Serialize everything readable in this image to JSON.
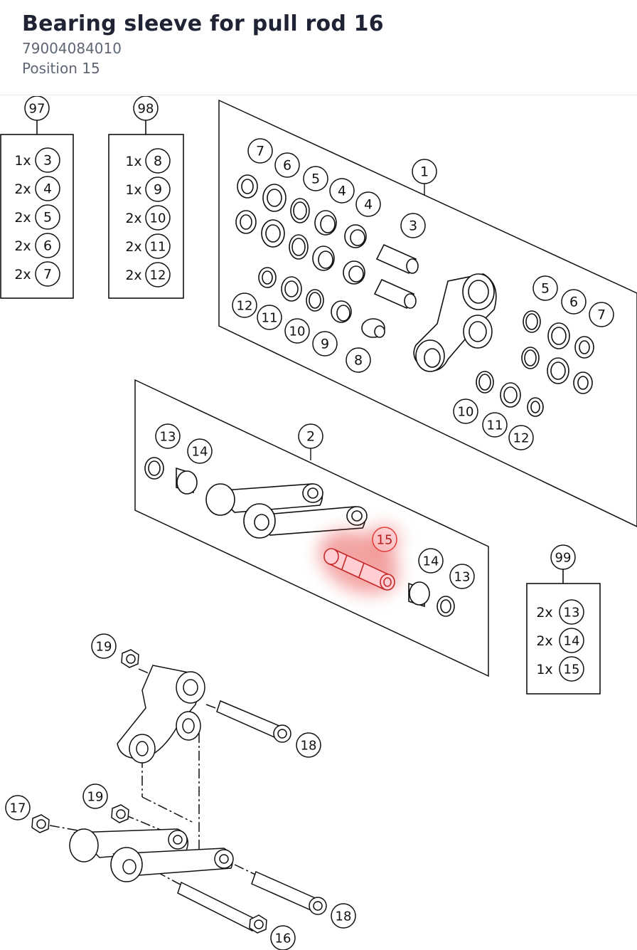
{
  "part": {
    "title": "Bearing sleeve for pull rod 16",
    "number": "79004084010",
    "position": "Position 15"
  },
  "diagram": {
    "highlight_color": "#e53935",
    "highlighted_callout": "15",
    "kits": [
      {
        "id": "97",
        "items": [
          {
            "qty": "1x",
            "ref": "3"
          },
          {
            "qty": "2x",
            "ref": "4"
          },
          {
            "qty": "2x",
            "ref": "5"
          },
          {
            "qty": "2x",
            "ref": "6"
          },
          {
            "qty": "2x",
            "ref": "7"
          }
        ]
      },
      {
        "id": "98",
        "items": [
          {
            "qty": "1x",
            "ref": "8"
          },
          {
            "qty": "1x",
            "ref": "9"
          },
          {
            "qty": "2x",
            "ref": "10"
          },
          {
            "qty": "2x",
            "ref": "11"
          },
          {
            "qty": "2x",
            "ref": "12"
          }
        ]
      },
      {
        "id": "99",
        "items": [
          {
            "qty": "2x",
            "ref": "13"
          },
          {
            "qty": "2x",
            "ref": "14"
          },
          {
            "qty": "1x",
            "ref": "15"
          }
        ]
      }
    ],
    "callouts": [
      "1",
      "2",
      "3",
      "4",
      "4",
      "5",
      "5",
      "6",
      "6",
      "7",
      "7",
      "8",
      "9",
      "10",
      "10",
      "11",
      "11",
      "12",
      "12",
      "13",
      "13",
      "14",
      "14",
      "15",
      "16",
      "17",
      "18",
      "18",
      "19",
      "19"
    ]
  }
}
